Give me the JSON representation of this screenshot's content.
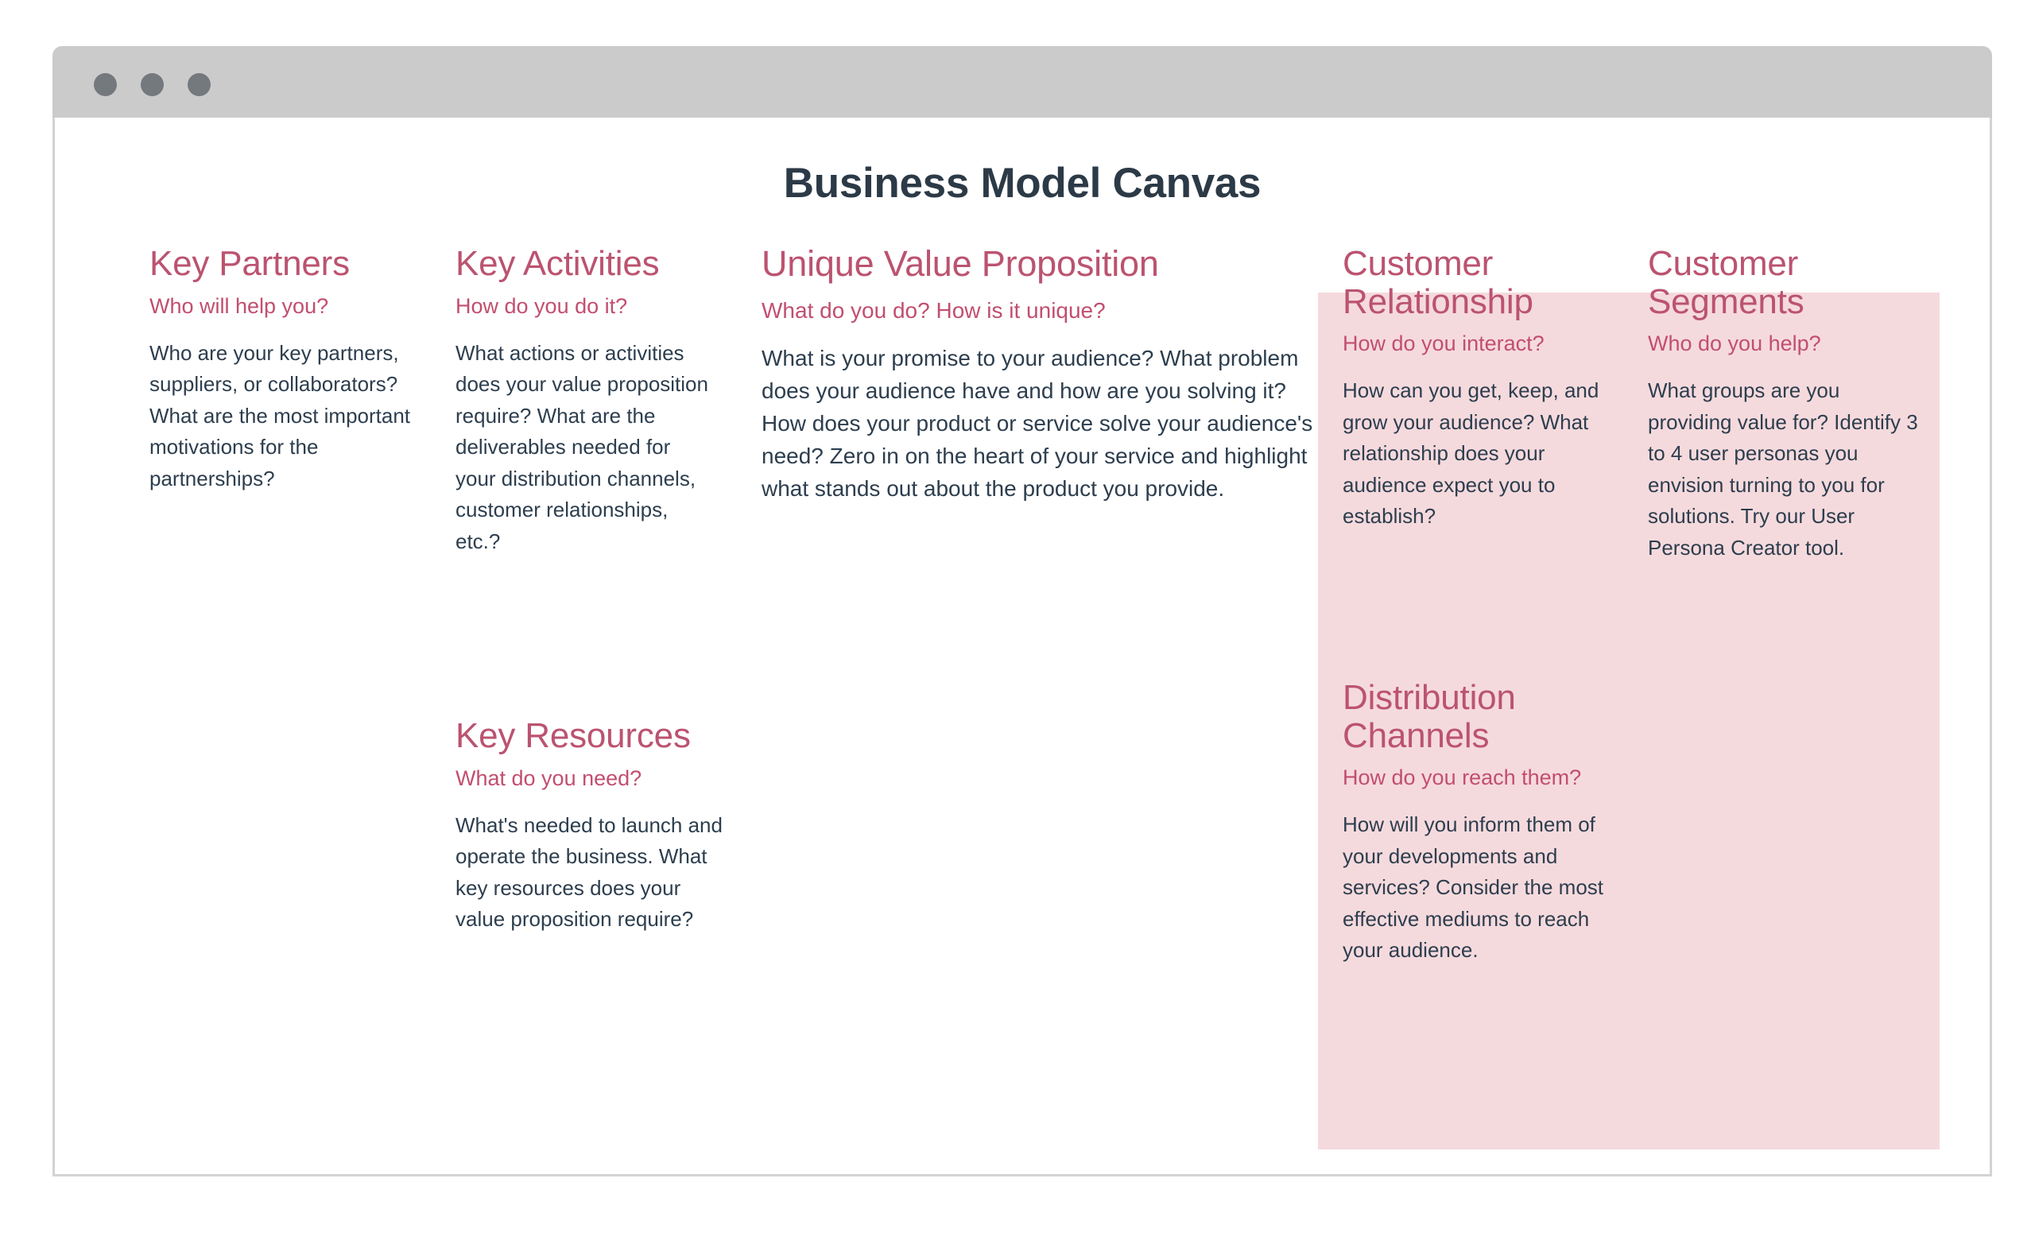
{
  "window": {
    "traffic_lights": [
      "close-dot",
      "minimize-dot",
      "maximize-dot"
    ]
  },
  "page": {
    "title": "Business Model Canvas"
  },
  "colors": {
    "heading_pink": "#bb5370",
    "subtitle_pink": "#c24e6f",
    "body_slate": "#2d3e4e",
    "panel_pink_bg": "#f5dadd",
    "titlebar_gray": "#cbcbcb",
    "dot_gray": "#74797e",
    "title_navy": "#2c3a47"
  },
  "blocks": {
    "key_partners": {
      "heading": "Key Partners",
      "subtitle": "Who will help you?",
      "body": "Who are your key partners, suppliers, or collaborators? What are the most important motivations for the partnerships?"
    },
    "key_activities": {
      "heading": "Key Activities",
      "subtitle": "How do you do it?",
      "body": "What actions or activities does your value proposition require? What are the deliverables needed for your distribution channels, customer relationships, etc.?"
    },
    "key_resources": {
      "heading": "Key Resources",
      "subtitle": "What do you need?",
      "body": "What's needed to launch and operate the business. What key resources does your value proposition require?"
    },
    "unique_value_proposition": {
      "heading": "Unique Value Proposition",
      "subtitle": "What do you do? How is it unique?",
      "body": "What is your promise to your audience? What problem does your audience have and how are you solving it? How does your product or service solve your audience's need? Zero in on the heart of your service and highlight what stands out about the product you provide."
    },
    "customer_relationship": {
      "heading": "Customer Relationship",
      "subtitle": "How do you interact?",
      "body": "How can you get, keep, and grow your audience? What relationship does your audience expect you to establish?"
    },
    "distribution_channels": {
      "heading": "Distribution Channels",
      "subtitle": "How do you reach them?",
      "body": "How will you inform them of your developments and services? Consider the most effective mediums to reach your audience."
    },
    "customer_segments": {
      "heading": "Customer Segments",
      "subtitle": "Who do you help?",
      "body": "What groups are you providing value for? Identify 3 to 4 user personas you envision turning to you for solutions. Try our User Persona Creator tool."
    }
  }
}
